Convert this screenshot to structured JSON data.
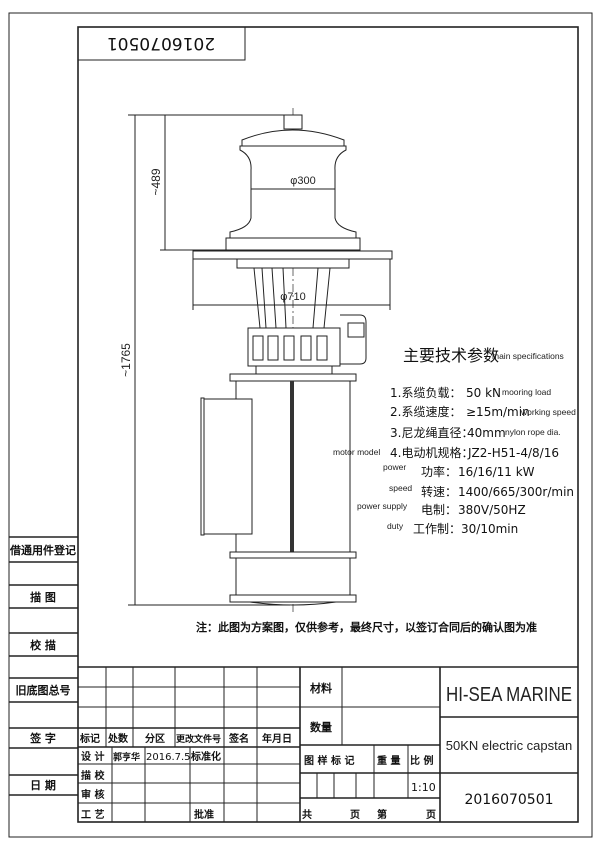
{
  "drawing_number_rotated": "2016070501",
  "dimensions": {
    "overall_height": "~1765",
    "drum_height": "~489",
    "drum_diameter": "φ300",
    "deck_plate_diameter": "φ710"
  },
  "specifications": {
    "title_cn": "主要技术参数",
    "title_en": "main specifications",
    "items": [
      {
        "label_cn": "1.系缆负载：",
        "value": "50 kN",
        "label_en": "mooring load"
      },
      {
        "label_cn": "2.系缆速度：",
        "value": "≥15m/min",
        "label_en": "working speed"
      },
      {
        "label_cn": "3.尼龙绳直径：",
        "value": "40mm",
        "label_en": "nylon rope dia."
      },
      {
        "label_cn": "4.电动机规格：",
        "value": "JZ2-H51-4/8/16",
        "label_en": "motor model"
      },
      {
        "label_cn": "功率：",
        "value": "16/16/11 kW",
        "label_en": "power"
      },
      {
        "label_cn": "转速：",
        "value": "1400/665/300r/min",
        "label_en": "speed"
      },
      {
        "label_cn": "电制：",
        "value": "380V/50HZ",
        "label_en": "power supply"
      },
      {
        "label_cn": "工作制：",
        "value": "30/10min",
        "label_en": "duty"
      }
    ]
  },
  "note": "注：此图为方案图，仅供参考，最终尺寸，以签订合同后的确认图为准",
  "side_column": [
    "借通用件登记",
    "描 图",
    "校 描",
    "旧底图总号",
    "签 字",
    "日 期"
  ],
  "title_block": {
    "revision_headers": [
      "标记",
      "处数",
      "分区",
      "更改文件号",
      "签名",
      "年月日"
    ],
    "design_label": "设 计",
    "designer": "郭亨华",
    "design_date": "2016.7.5",
    "standardization": "标准化",
    "trace_check": "描 校",
    "review": "审 核",
    "process": "工 艺",
    "approve": "批准",
    "material_label": "材料",
    "quantity_label": "数量",
    "mark_label": "图 样 标 记",
    "weight_label": "重 量",
    "scale_label": "比 例",
    "scale_value": "1:10",
    "total_pages": "共",
    "page_unit": "页",
    "page_no": "第",
    "page_unit2": "页",
    "company": "HI-SEA MARINE",
    "product": "50KN electric capstan",
    "drawing_number": "2016070501"
  }
}
